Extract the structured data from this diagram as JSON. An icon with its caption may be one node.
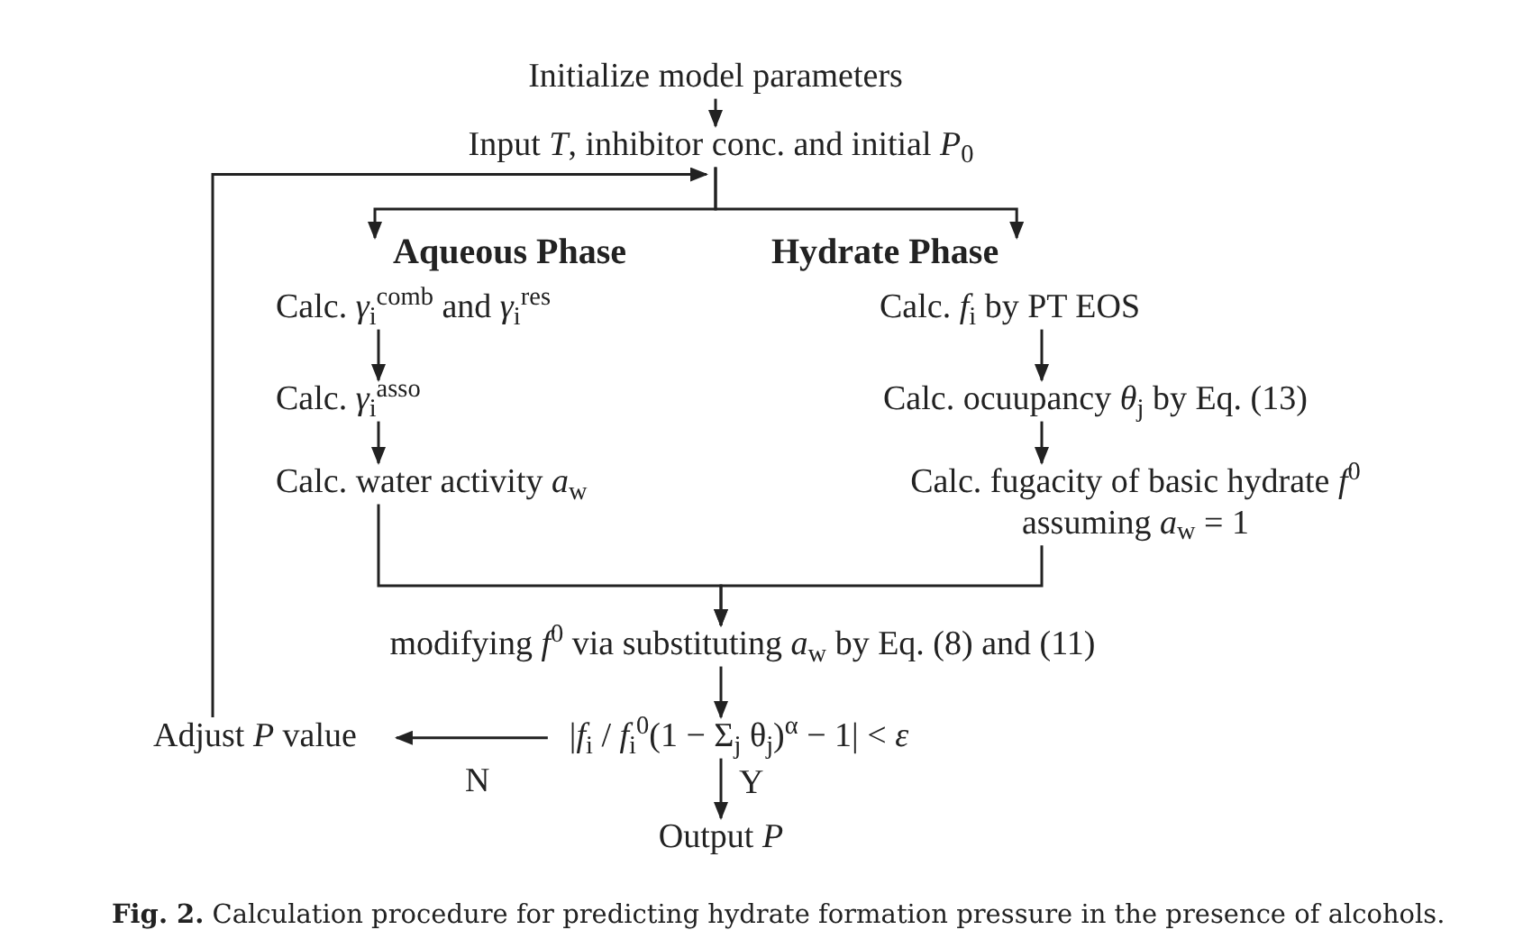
{
  "diagram": {
    "caption": "**Fig. 2.** Calculation procedure for predicting hydrate formation pressure in the presence of alcohols.",
    "nodes": [
      {
        "text": [
          "Initialize model parameters"
        ]
      },
      {
        "text": [
          "Input *T*, inhibitor conc. and initial *P*$_{0}$"
        ]
      },
      {
        "text": [
          "Aqueous Phase"
        ]
      },
      {
        "text": [
          "Hydrate Phase"
        ]
      },
      {
        "text": [
          "Calc. *γ*$_{i}$$^{comb}$ and *γ*$_{i}$$^{res}$"
        ]
      },
      {
        "text": [
          "Calc. *γ*$_{i}$$^{asso}$"
        ]
      },
      {
        "text": [
          "Calc. water activity *a*$_{w}$"
        ]
      },
      {
        "text": [
          "Calc. *f*$_{i}$ by PT EOS"
        ]
      },
      {
        "text": [
          "Calc. ocuupancy *θ*$_{j}$ by Eq. (13)"
        ]
      },
      {
        "text": [
          "Calc. fugacity of basic hydrate *f*$^{0}$ assuming *a*$_{w}$ = 1"
        ]
      },
      {
        "text": [
          "modifying *f*$^{0}$ via substituting *a*$_{w}$ by Eq. (8) and (11)"
        ]
      },
      {
        "text": [
          "|*f*$_{i}$ / *f*$_{i}$$^{0}$(1 − Σ$_{j}$ θ$_{j}$)$^{α}$ − 1| < *ε*"
        ]
      },
      {
        "text": [
          "Adjust *P* value"
        ]
      },
      {
        "text": [
          "Output *P*"
        ]
      }
    ],
    "edges": [
      {
        "from": 0,
        "to": 1,
        "arrow": "to"
      },
      {
        "from": 1,
        "to": 2,
        "arrow": "to"
      },
      {
        "from": 1,
        "to": 3,
        "arrow": "to"
      },
      {
        "from": 4,
        "to": 5,
        "arrow": "to"
      },
      {
        "from": 5,
        "to": 6,
        "arrow": "to"
      },
      {
        "from": 7,
        "to": 8,
        "arrow": "to"
      },
      {
        "from": 8,
        "to": 9,
        "arrow": "to"
      },
      {
        "from": 6,
        "to": 10,
        "arrow": "to"
      },
      {
        "from": 9,
        "to": 10,
        "arrow": "to"
      },
      {
        "from": 10,
        "to": 11,
        "arrow": "to"
      },
      {
        "from": 11,
        "to": 12,
        "arrow": "to",
        "label": "N"
      },
      {
        "from": 11,
        "to": 13,
        "arrow": "to",
        "label": "Y"
      },
      {
        "from": 12,
        "to": 1,
        "arrow": "to"
      }
    ]
  }
}
